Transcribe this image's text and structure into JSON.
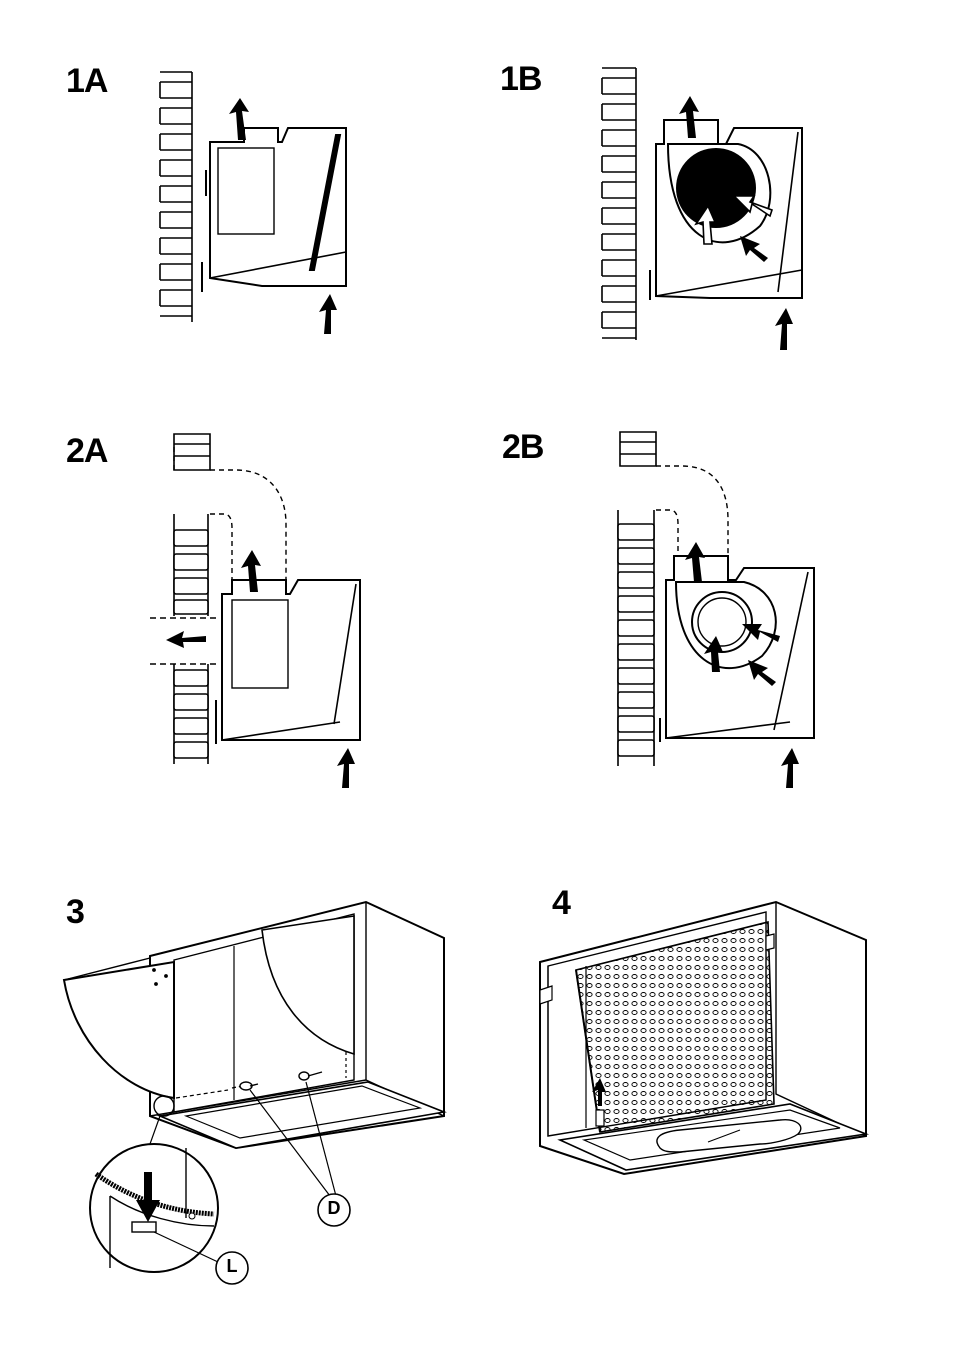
{
  "figures": {
    "f1a": {
      "label": "1A"
    },
    "f1b": {
      "label": "1B"
    },
    "f2a": {
      "label": "2A"
    },
    "f2b": {
      "label": "2B"
    },
    "f3": {
      "label": "3",
      "callout_d": "D",
      "callout_l": "L"
    },
    "f4": {
      "label": "4"
    }
  }
}
